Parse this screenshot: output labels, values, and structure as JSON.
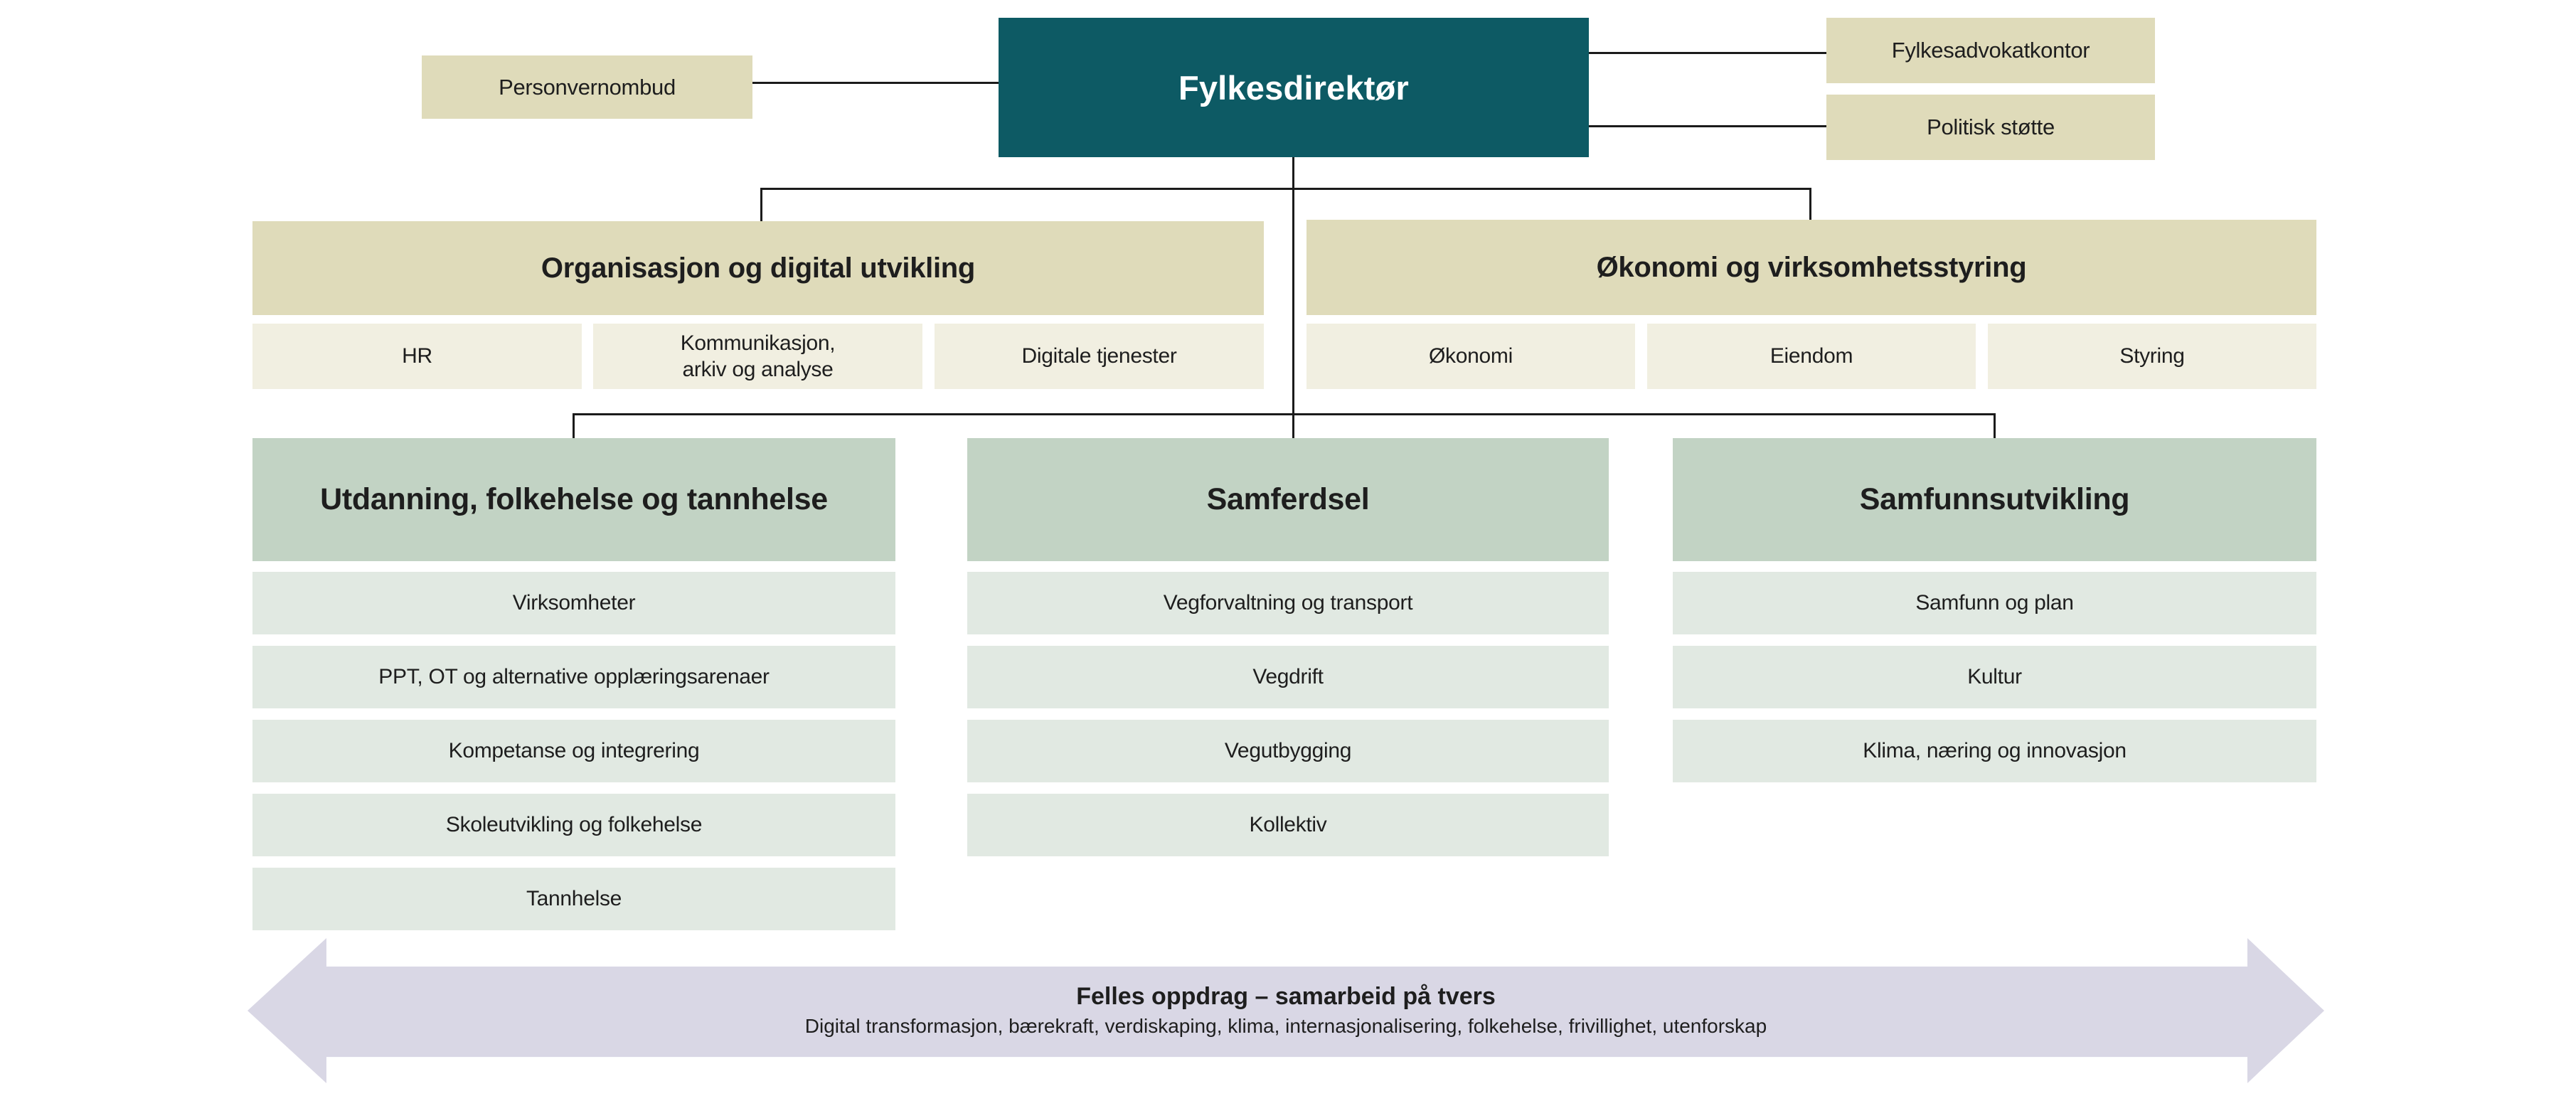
{
  "palette": {
    "teal": "#0d5a64",
    "khaki": "#dfdbba",
    "cream": "#f1efe1",
    "green": "#c2d3c4",
    "light_green": "#e1e9e2",
    "lavender": "#d9d7e5",
    "line": "#1b1b1b",
    "text_dark": "#1e1e1e",
    "text_light": "#ffffff"
  },
  "top": {
    "director": "Fylkesdirektør",
    "privacy_officer": "Personvernombud",
    "advocate_office": "Fylkesadvokatkontor",
    "political_support": "Politisk støtte"
  },
  "staff_sections": [
    {
      "title": "Organisasjon og digital utvikling",
      "items": [
        "HR",
        "Kommunikasjon,\narkiv og analyse",
        "Digitale tjenester"
      ]
    },
    {
      "title": "Økonomi og virksomhetsstyring",
      "items": [
        "Økonomi",
        "Eiendom",
        "Styring"
      ]
    }
  ],
  "divisions": [
    {
      "title": "Utdanning, folkehelse og tannhelse",
      "items": [
        "Virksomheter",
        "PPT, OT og alternative opplæringsarenaer",
        "Kompetanse og integrering",
        "Skoleutvikling og folkehelse",
        "Tannhelse"
      ]
    },
    {
      "title": "Samferdsel",
      "items": [
        "Vegforvaltning og transport",
        "Vegdrift",
        "Vegutbygging",
        "Kollektiv"
      ]
    },
    {
      "title": "Samfunnsutvikling",
      "items": [
        "Samfunn og plan",
        "Kultur",
        "Klima, næring og innovasjon"
      ]
    }
  ],
  "banner": {
    "title": "Felles oppdrag – samarbeid på tvers",
    "subtitle": "Digital transformasjon, bærekraft, verdiskaping, klima, internasjonalisering, folkehelse, frivillighet, utenforskap"
  }
}
